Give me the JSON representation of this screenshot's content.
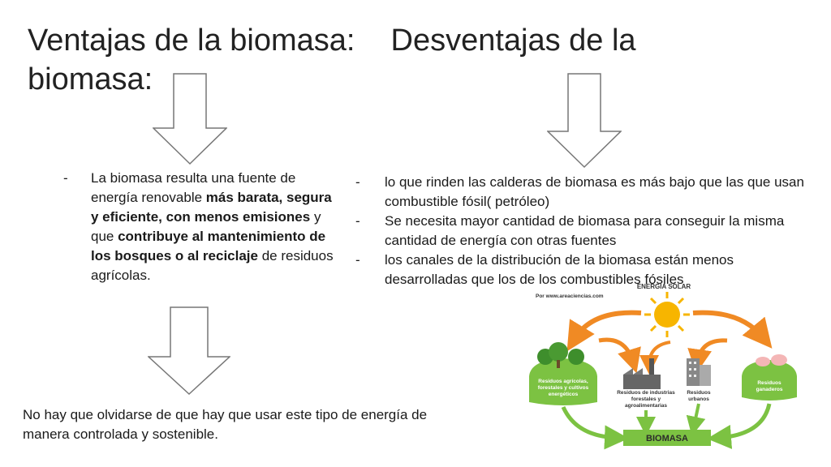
{
  "title": {
    "part1": "Ventajas de la biomasa:",
    "part2": "Desventajas de la",
    "part3": "biomasa:"
  },
  "advantages": {
    "dash": "-",
    "segments": [
      {
        "text": "La biomasa resulta una fuente de energía renovable ",
        "bold": false
      },
      {
        "text": "más barata, segura y eficiente, con menos emisiones",
        "bold": true
      },
      {
        "text": " y que ",
        "bold": false
      },
      {
        "text": "contribuye al mantenimiento de los bosques o al reciclaje",
        "bold": true
      },
      {
        "text": " de residuos agrícolas.",
        "bold": false
      }
    ]
  },
  "disadvantages": [
    {
      "dash": "-",
      "text": "lo que rinden las calderas de biomasa es más bajo que las que usan combustible fósil( petróleo)"
    },
    {
      "dash": "-",
      "text": "Se necesita mayor cantidad de biomasa para conseguir la misma cantidad de energía con otras fuentes"
    },
    {
      "dash": "-",
      "text": "los canales de la distribución de la biomasa están menos desarrolladas que los de los combustibles fósiles"
    }
  ],
  "conclusion": "No hay que olvidarse de que hay que usar este tipo de energía de manera controlada y sostenible.",
  "infographic": {
    "top_label": "ENERGÍA SOLAR",
    "source": "Por www.areaciencias.com",
    "agri_line1": "Residuos agrícolas,",
    "agri_line2": "forestales y cultivos",
    "agri_line3": "energéticos",
    "industrial_line1": "Residuos de industrias",
    "industrial_line2": "forestales y",
    "industrial_line3": "agroalimentarias",
    "urban_line1": "Residuos",
    "urban_line2": "urbanos",
    "livestock_line1": "Residuos",
    "livestock_line2": "ganaderos",
    "bottom_label": "BIOMASA",
    "colors": {
      "orange": "#f08a24",
      "green": "#7cc242",
      "dark_green": "#3e8e2c",
      "sun": "#f7b500"
    }
  }
}
